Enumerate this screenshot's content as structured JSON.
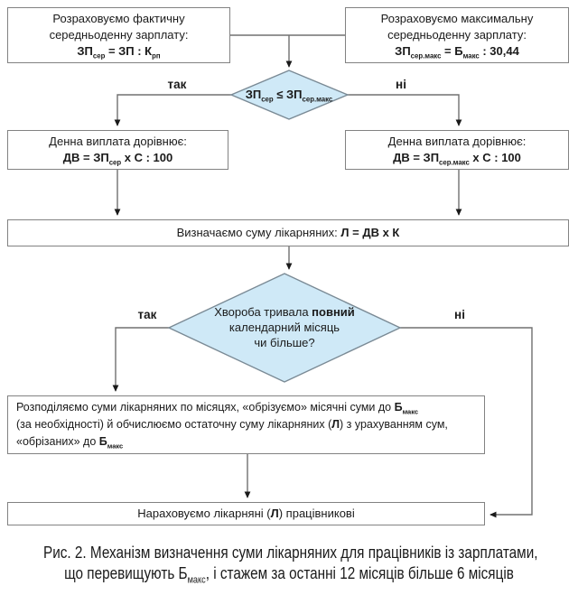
{
  "labels": {
    "yes": "так",
    "no": "ні"
  },
  "colors": {
    "diamond_fill": "#cfe9f7",
    "diamond_stroke": "#7a8a95",
    "box_border": "#828282",
    "connector_line": "#707070",
    "arrowhead": "#1a1a1a",
    "text": "#1a1a1a"
  },
  "nodes": {
    "calc_actual": {
      "lines": [
        [
          {
            "text": "Розраховуємо фактичну"
          }
        ],
        [
          {
            "text": "середньоденну зарплату:"
          }
        ],
        [
          {
            "text": "ЗП",
            "bold": true
          },
          {
            "sub": "сер",
            "bold": true
          },
          {
            "text": " = ЗП : К",
            "bold": true
          },
          {
            "sub": "рп",
            "bold": true
          }
        ]
      ]
    },
    "calc_max": {
      "lines": [
        [
          {
            "text": "Розраховуємо максимальну"
          }
        ],
        [
          {
            "text": "середньоденну зарплату:"
          }
        ],
        [
          {
            "text": "ЗП",
            "bold": true
          },
          {
            "sub": "сер.макс",
            "bold": true
          },
          {
            "text": " = Б",
            "bold": true
          },
          {
            "sub": "макс",
            "bold": true
          },
          {
            "text": " : 30,44",
            "bold": true
          }
        ]
      ]
    },
    "compare": {
      "lines": [
        [
          {
            "text": "ЗП",
            "bold": true
          },
          {
            "sub": "сер",
            "bold": true
          },
          {
            "text": " ≤ ЗП",
            "bold": true
          },
          {
            "sub": "сер.макс",
            "bold": true
          }
        ]
      ]
    },
    "daily_actual": {
      "lines": [
        [
          {
            "text": "Денна виплата дорівнює:"
          }
        ],
        [
          {
            "text": "ДВ = ЗП",
            "bold": true
          },
          {
            "sub": "сер",
            "bold": true
          },
          {
            "text": " х С : 100",
            "bold": true
          }
        ]
      ]
    },
    "daily_max": {
      "lines": [
        [
          {
            "text": "Денна виплата дорівнює:"
          }
        ],
        [
          {
            "text": "ДВ = ЗП",
            "bold": true
          },
          {
            "sub": "сер.макс",
            "bold": true
          },
          {
            "text": " х С : 100",
            "bold": true
          }
        ]
      ]
    },
    "total": {
      "lines": [
        [
          {
            "text": "Визначаємо суму лікарняних: "
          },
          {
            "text": "Л = ДВ х К",
            "bold": true
          }
        ]
      ]
    },
    "full_month": {
      "lines": [
        [
          {
            "text": "Хвороба тривала "
          },
          {
            "text": "повний",
            "bold": true
          }
        ],
        [
          {
            "text": "календарний місяць"
          }
        ],
        [
          {
            "text": "чи більше?"
          }
        ]
      ]
    },
    "distribute": {
      "lines": [
        [
          {
            "text": "Розподіляємо суми лікарняних по місяцях, «обрізуємо» місячні суми до "
          },
          {
            "text": "Б",
            "bold": true
          },
          {
            "sub": "макс",
            "bold": true
          }
        ],
        [
          {
            "text": "(за необхідності) й обчислюємо остаточну суму лікарняних ("
          },
          {
            "text": "Л",
            "bold": true
          },
          {
            "text": ") з урахуванням сум,"
          }
        ],
        [
          {
            "text": "«обрізаних» до "
          },
          {
            "text": "Б",
            "bold": true
          },
          {
            "sub": "макс",
            "bold": true
          }
        ]
      ]
    },
    "accrue": {
      "lines": [
        [
          {
            "text": "Нараховуємо лікарняні ("
          },
          {
            "text": "Л",
            "bold": true
          },
          {
            "text": ") працівникові"
          }
        ]
      ]
    }
  },
  "caption": {
    "lines": [
      [
        {
          "text": "Рис. 2. Механізм визначення суми лікарняних для працівників із зарплатами,"
        }
      ],
      [
        {
          "text": "що перевищують Б"
        },
        {
          "sub": "макс"
        },
        {
          "text": ", і стажем за останні 12 місяців більше 6 місяців"
        }
      ]
    ]
  }
}
